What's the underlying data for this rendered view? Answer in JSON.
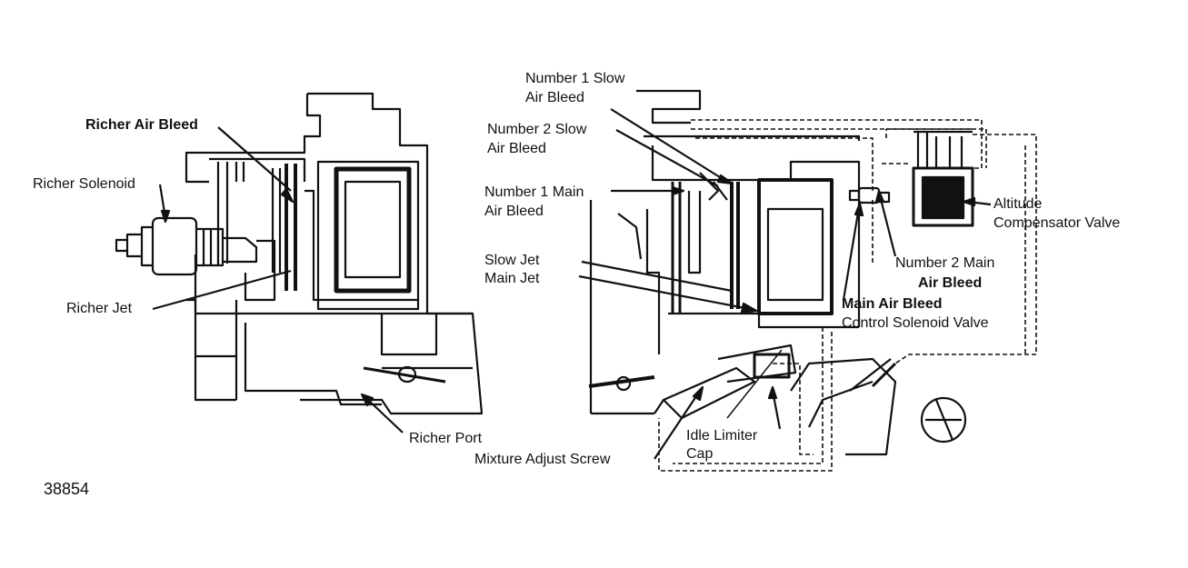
{
  "figure_number": "38854",
  "labels": {
    "richer_air_bleed": "Richer Air Bleed",
    "richer_solenoid": "Richer Solenoid",
    "richer_jet": "Richer Jet",
    "richer_port": "Richer Port",
    "number1_slow_air_bleed": [
      "Number 1 Slow",
      "Air Bleed"
    ],
    "number2_slow_air_bleed": [
      "Number 2 Slow",
      "Air Bleed"
    ],
    "number1_main_air_bleed": [
      "Number 1 Main",
      "Air Bleed"
    ],
    "slow_jet": "Slow Jet",
    "main_jet": "Main Jet",
    "altitude_compensator_valve": [
      "Altitude",
      "Compensator Valve"
    ],
    "number2_main_air_bleed": [
      "Number 2 Main",
      "Air Bleed"
    ],
    "main_air_bleed_control_solenoid_valve": [
      "Main Air Bleed",
      "Control Solenoid Valve"
    ],
    "idle_limiter_cap": [
      "Idle Limiter",
      "Cap"
    ],
    "mixture_adjust_screw": "Mixture Adjust Screw"
  }
}
